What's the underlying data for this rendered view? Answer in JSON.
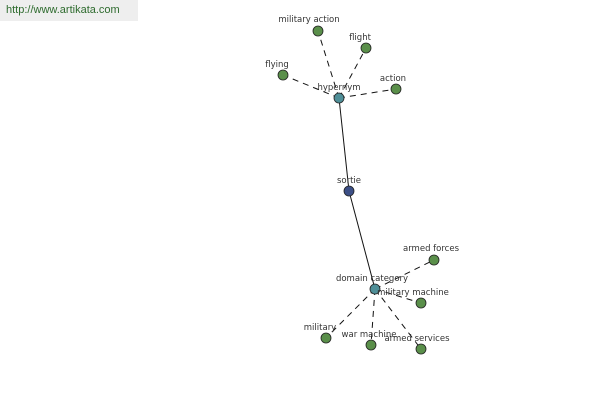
{
  "banner": {
    "url_text": "http://www.artikata.com",
    "text_color": "#2e6b2e",
    "background": "#eeeeee"
  },
  "colors": {
    "leaf_node": "#5a8f4a",
    "hub_node": "#4f8f98",
    "center_node": "#3c4f86",
    "node_stroke": "#222222",
    "edge": "#111111"
  },
  "nodes": {
    "sortie": {
      "label": "sortie",
      "kind": "center"
    },
    "hypernym": {
      "label": "hypernym",
      "kind": "hub"
    },
    "domain_category": {
      "label": "domain category",
      "kind": "hub"
    },
    "military_action": {
      "label": "military action",
      "kind": "leaf"
    },
    "flight": {
      "label": "flight",
      "kind": "leaf"
    },
    "flying": {
      "label": "flying",
      "kind": "leaf"
    },
    "action": {
      "label": "action",
      "kind": "leaf"
    },
    "armed_forces": {
      "label": "armed forces",
      "kind": "leaf"
    },
    "military_machine": {
      "label": "military machine",
      "kind": "leaf"
    },
    "military": {
      "label": "military",
      "kind": "leaf"
    },
    "war_machine": {
      "label": "war machine",
      "kind": "leaf"
    },
    "armed_services": {
      "label": "armed services",
      "kind": "leaf"
    }
  },
  "edges": [
    {
      "from": "sortie",
      "to": "hypernym",
      "style": "solid"
    },
    {
      "from": "sortie",
      "to": "domain_category",
      "style": "solid"
    },
    {
      "from": "hypernym",
      "to": "military_action",
      "style": "dashed"
    },
    {
      "from": "hypernym",
      "to": "flight",
      "style": "dashed"
    },
    {
      "from": "hypernym",
      "to": "flying",
      "style": "dashed"
    },
    {
      "from": "hypernym",
      "to": "action",
      "style": "dashed"
    },
    {
      "from": "domain_category",
      "to": "armed_forces",
      "style": "dashed"
    },
    {
      "from": "domain_category",
      "to": "military_machine",
      "style": "dashed"
    },
    {
      "from": "domain_category",
      "to": "military",
      "style": "dashed"
    },
    {
      "from": "domain_category",
      "to": "war_machine",
      "style": "dashed"
    },
    {
      "from": "domain_category",
      "to": "armed_services",
      "style": "dashed"
    }
  ]
}
